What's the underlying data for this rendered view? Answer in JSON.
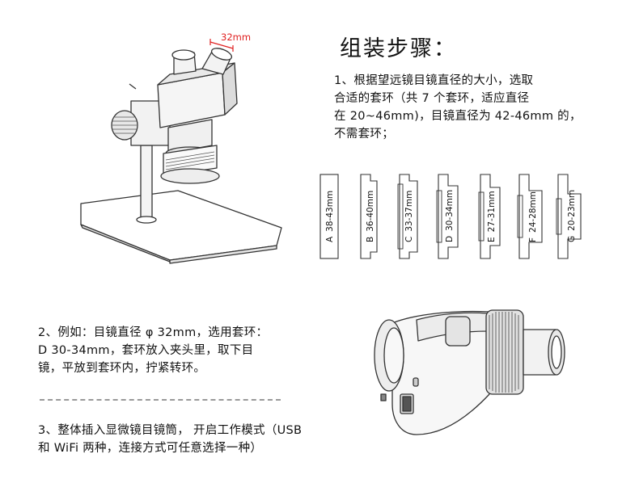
{
  "title": "组装步骤：",
  "step1": {
    "lines": [
      "1、根据望远镜目镜直径的大小，选取",
      "合适的套环（共 7 个套环，适应直径",
      "在 20~46mm)，目镜直径为 42-46mm 的，",
      "不需套环；"
    ]
  },
  "step2": {
    "lines": [
      "2、例如：目镜直径 φ 32mm，选用套环：",
      "D 30-34mm，套环放入夹头里，取下目",
      "镜，平放到套环内，拧紧转环。"
    ]
  },
  "step3": {
    "lines": [
      "3、整体插入显微镜目镜筒， 开启工作模式（USB",
      "和 WiFi 两种，连接方式可任意选择一种）"
    ]
  },
  "dimension_label": "32mm",
  "rings": [
    {
      "letter": "A",
      "range": "38-43mm"
    },
    {
      "letter": "B",
      "range": "36-40mm"
    },
    {
      "letter": "C",
      "range": "33-37mm"
    },
    {
      "letter": "D",
      "range": "30-34mm"
    },
    {
      "letter": "E",
      "range": "27-31mm"
    },
    {
      "letter": "F",
      "range": "24-28mm"
    },
    {
      "letter": "G",
      "range": "20-23mm"
    }
  ],
  "colors": {
    "accent": "#e02020",
    "line": "#333333"
  }
}
